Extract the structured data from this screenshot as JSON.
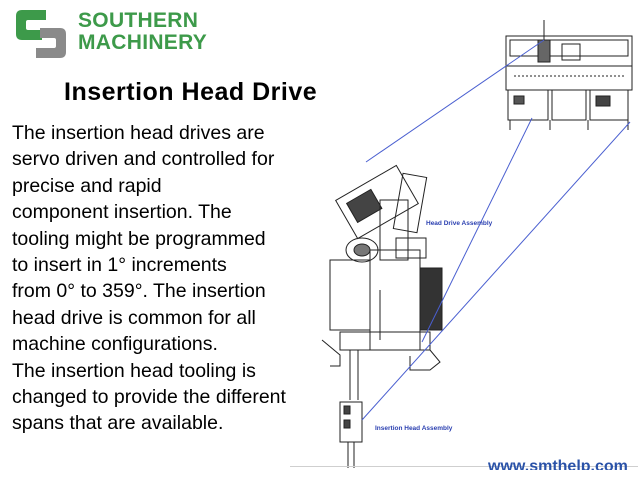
{
  "brand": {
    "line1": "SOUTHERN",
    "line2": "MACHINERY",
    "color": "#3d9a4a"
  },
  "slide": {
    "title": "Insertion Head Drive",
    "body_lines": [
      "The insertion head drives are",
      "servo driven and controlled for",
      "precise and rapid",
      "component insertion. The",
      "tooling might be programmed",
      "to insert in 1° increments",
      "from 0° to 359°. The insertion",
      "head drive is common for all",
      "machine configurations.",
      "The insertion head tooling is",
      "changed to provide the different",
      "spans that are available."
    ]
  },
  "diagram": {
    "label_head_drive": "Head Drive Assembly",
    "label_insertion_head": "Insertion Head Assembly",
    "callout_color": "#4a5fd0"
  },
  "footer": {
    "url": "www.smthelp.com",
    "color": "#2a52a8"
  }
}
